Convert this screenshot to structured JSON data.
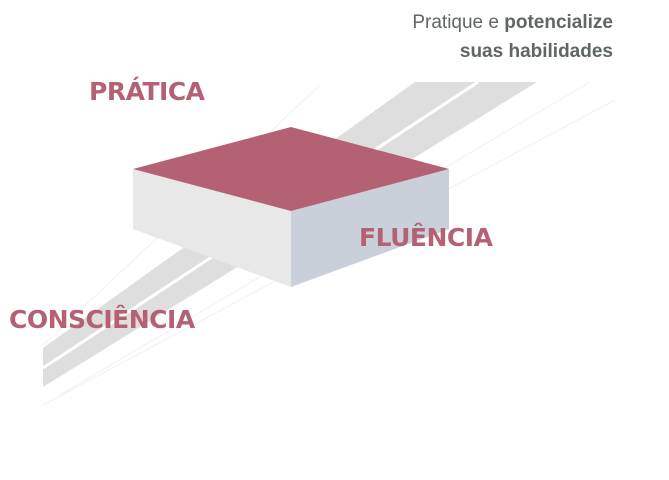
{
  "tagline": {
    "normal": "Pratique e ",
    "bold1": "potencialize",
    "bold2": "suas habilidades"
  },
  "labels": {
    "pratica": "PRÁTICA",
    "fluencia": "FLUÊNCIA",
    "consciencia": "CONSCIÊNCIA"
  },
  "colors": {
    "accent": "#b56174",
    "top_face": "#b56174",
    "left_face": "#e8e8e8",
    "right_face": "#c9d0da",
    "band": "#dedede"
  }
}
